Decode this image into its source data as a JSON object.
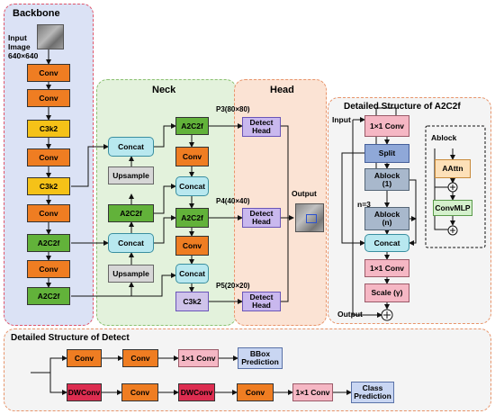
{
  "sections": {
    "backbone": "Backbone",
    "neck": "Neck",
    "head": "Head",
    "a2c2f_detail": "Detailed Structure of A2C2f",
    "detect_detail": "Detailed Structure of Detect"
  },
  "input": {
    "label": "Input\nImage\n640×640"
  },
  "backbone": [
    "Conv",
    "Conv",
    "C3k2",
    "Conv",
    "C3k2",
    "Conv",
    "A2C2f",
    "Conv",
    "A2C2f"
  ],
  "neck": {
    "concat": "Concat",
    "upsample": "Upsample",
    "a2c2f": "A2C2f",
    "conv": "Conv",
    "c3k2": "C3k2",
    "p3": "P3(80×80)",
    "p4": "P4(40×40)",
    "p5": "P5(20×20)"
  },
  "head": {
    "detect": "Detect\nHead",
    "output": "Output"
  },
  "a2c2f_detail": {
    "input": "Input",
    "conv1": "1×1 Conv",
    "split": "Split",
    "ablock1": "Ablock\n(1)",
    "ablockn": "Ablock\n(n)",
    "n_label": "n=3",
    "concat": "Concat",
    "conv2": "1×1 Conv",
    "scale": "Scale (γ)",
    "output": "Output",
    "ablock_title": "Ablock",
    "aattn": "AAttn",
    "convmlp": "ConvMLP"
  },
  "detect_detail": {
    "conv": "Conv",
    "conv1x1": "1×1 Conv",
    "dwconv": "DWConv",
    "bbox": "BBox\nPrediction",
    "cls": "Class\nPrediction"
  },
  "colors": {
    "conv": "#ef7d22",
    "c3k2": "#f5c218",
    "a2c2f": "#62b23a",
    "concat": "#b8e8ef",
    "upsample": "#d6d6d6",
    "detect": "#c9b8ee",
    "dwconv": "#dc2d50",
    "backbone_bg": "#dbe2f5",
    "neck_bg": "#e3f2dc",
    "head_bg": "#fbe3d4"
  }
}
